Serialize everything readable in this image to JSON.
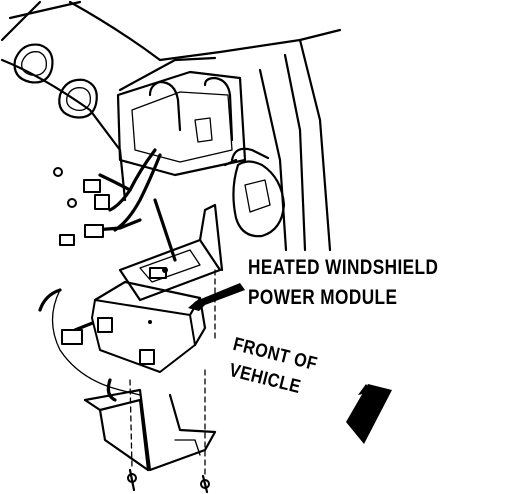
{
  "labels": {
    "module_line1": "HEATED WINDSHIELD",
    "module_line2": "POWER MODULE",
    "front_line1": "FRONT OF",
    "front_line2": "VEHICLE"
  }
}
